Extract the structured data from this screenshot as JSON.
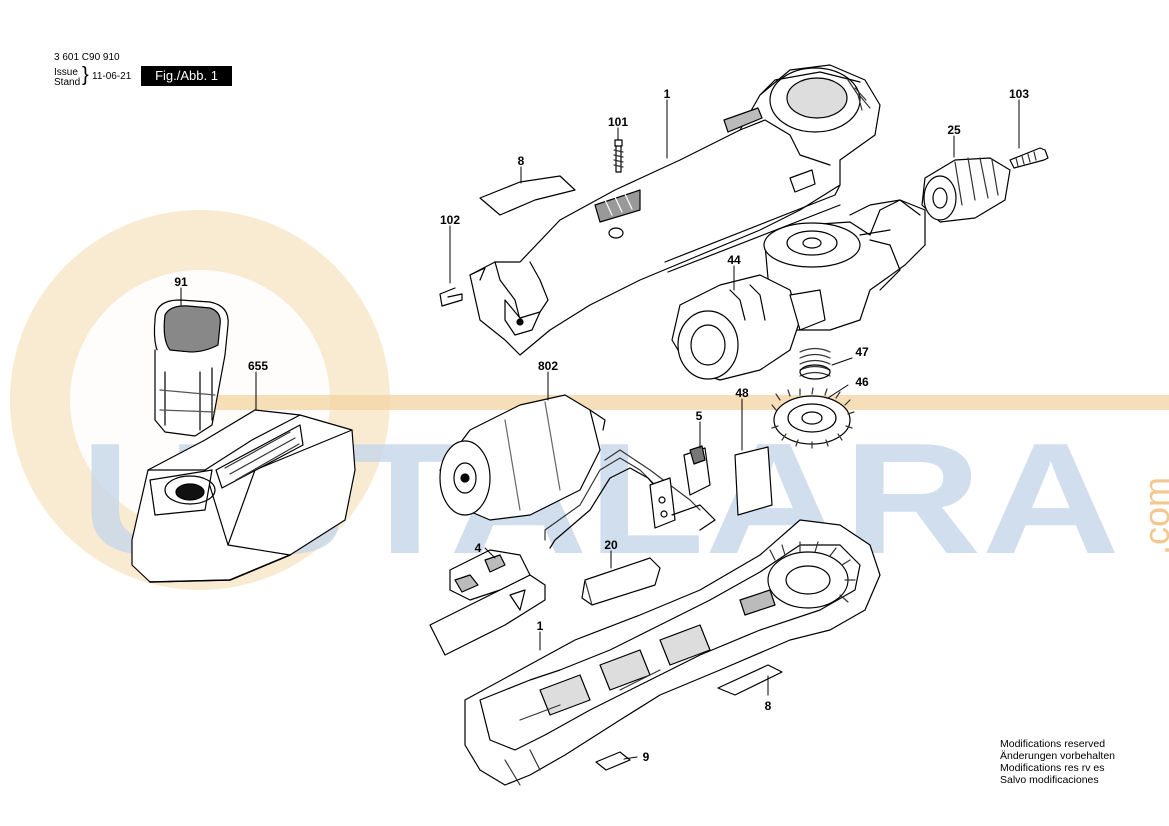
{
  "header": {
    "doc_number": "3 601 C90 910",
    "issue_label": "Issue",
    "stand_label": "Stand",
    "issue_date": "11-06-21",
    "figure_label": "Fig./Abb. 1"
  },
  "watermark": {
    "text": "USTALARA",
    "suffix": ".com"
  },
  "parts": [
    {
      "id": "p1top",
      "label": "1"
    },
    {
      "id": "p101",
      "label": "101"
    },
    {
      "id": "p8top",
      "label": "8"
    },
    {
      "id": "p102",
      "label": "102"
    },
    {
      "id": "p103",
      "label": "103"
    },
    {
      "id": "p25",
      "label": "25"
    },
    {
      "id": "p44",
      "label": "44"
    },
    {
      "id": "p47",
      "label": "47"
    },
    {
      "id": "p46",
      "label": "46"
    },
    {
      "id": "p91",
      "label": "91"
    },
    {
      "id": "p655",
      "label": "655"
    },
    {
      "id": "p802",
      "label": "802"
    },
    {
      "id": "p5",
      "label": "5"
    },
    {
      "id": "p48",
      "label": "48"
    },
    {
      "id": "p4",
      "label": "4"
    },
    {
      "id": "p20",
      "label": "20"
    },
    {
      "id": "p1bot",
      "label": "1"
    },
    {
      "id": "p8bot",
      "label": "8"
    },
    {
      "id": "p9",
      "label": "9"
    }
  ],
  "footer": {
    "line1": "Modifications reserved",
    "line2": "Änderungen vorbehalten",
    "line3": "Modifications res rv es",
    "line4": "Salvo modificaciones"
  },
  "colors": {
    "watermark_blue": "#c9d9ea",
    "watermark_orange": "#f4d6a6",
    "line": "#000000",
    "shade": "#9a9a9a"
  }
}
